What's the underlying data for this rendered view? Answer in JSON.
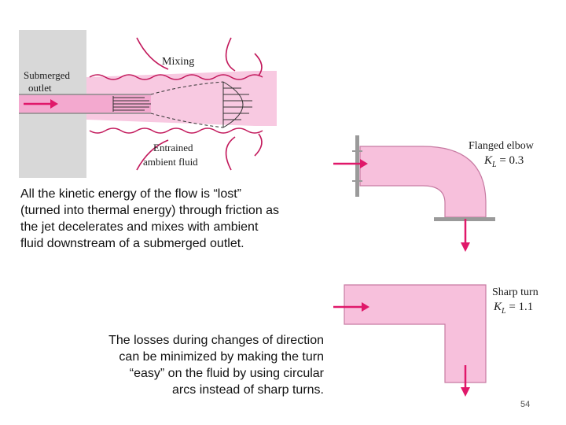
{
  "submerged_outlet_figure": {
    "label_outlet": "Submerged outlet",
    "label_mixing": "Mixing",
    "label_entrained_line1": "Entrained",
    "label_entrained_line2": "ambient fluid"
  },
  "text_block_1": {
    "lines": [
      "All the kinetic energy of the flow is “lost”",
      "(turned into thermal energy) through friction as",
      "the jet decelerates and mixes with ambient",
      "fluid downstream of a submerged outlet."
    ]
  },
  "flanged_elbow_figure": {
    "title": "Flanged elbow",
    "k_symbol": "K",
    "k_subscript": "L",
    "k_value": " = 0.3"
  },
  "sharp_turn_figure": {
    "title": "Sharp turn",
    "k_symbol": "K",
    "k_subscript": "L",
    "k_value": " = 1.1"
  },
  "text_block_2": {
    "lines": [
      "The losses during changes of direction",
      "can be minimized by making the turn",
      "“easy” on the fluid by using circular",
      "arcs instead of sharp turns."
    ]
  },
  "page_number": "54",
  "colors": {
    "fluid_pink": "#f7c0dc",
    "fluid_outline": "#c77aa2",
    "arrow_red": "#e0186a",
    "tank_gray": "#d8d8d8",
    "flange_gray": "#9a9a9a"
  }
}
